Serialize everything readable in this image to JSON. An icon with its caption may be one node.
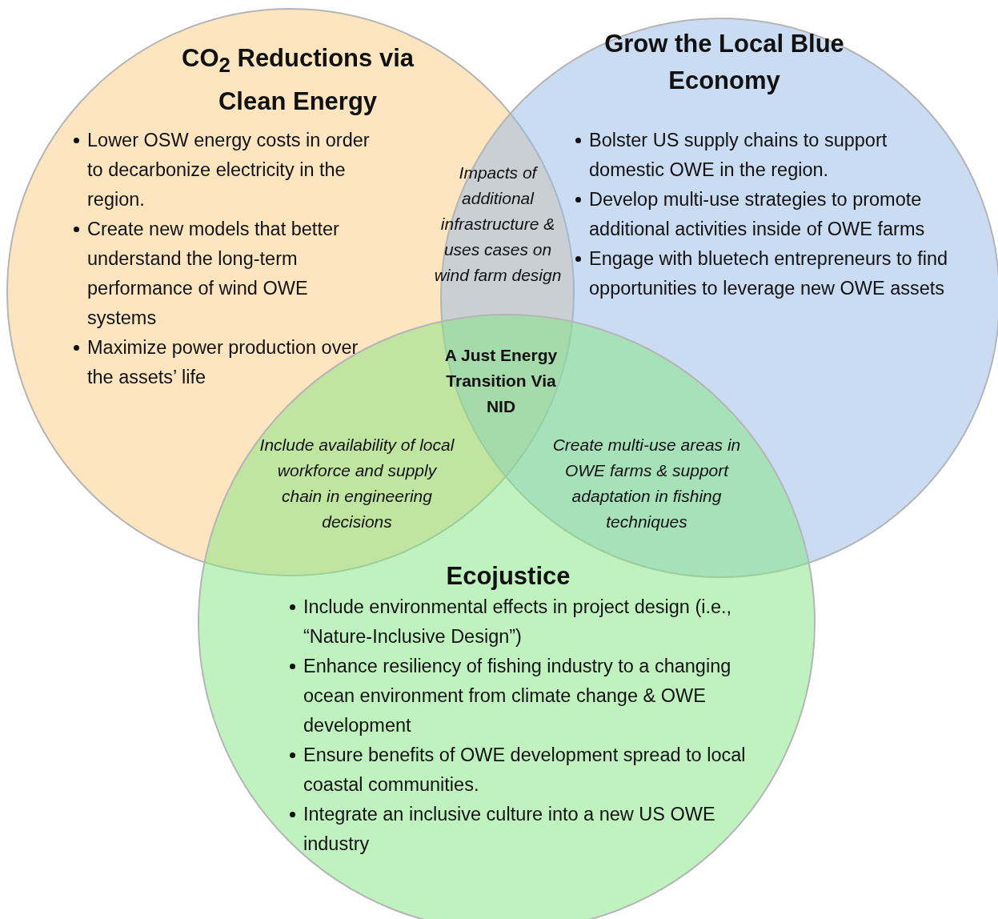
{
  "diagram": {
    "nodes": [
      {
        "text": [
          "CO$_{2}$ Reductions via Clean Energy",
          "Lower OSW energy costs in order to decarbonize electricity in the region.",
          "Create new models that better understand the long-term performance of wind OWE systems",
          "Maximize power production over the assets’ life"
        ]
      },
      {
        "text": [
          "Grow the Local Blue Economy",
          "Bolster US supply chains to support domestic OWE in the region.",
          "Develop multi-use strategies to promote additional activities inside of OWE farms",
          "Engage with bluetech entrepreneurs to find opportunities to leverage new OWE assets"
        ]
      },
      {
        "text": [
          "Ecojustice",
          "Include environmental effects in project design (i.e., “Nature-Inclusive Design”)",
          "Enhance resiliency of fishing industry to a changing ocean environment from climate change & OWE development",
          "Ensure benefits of OWE development spread to local coastal communities.",
          "Integrate an inclusive culture into a new US OWE industry"
        ]
      }
    ],
    "labels": [
      "Impacts of additional infrastructure & uses cases on wind farm design",
      "A Just Energy Transition Via NID",
      "Include availability of local workforce and supply chain in engineering decisions",
      "Create multi-use areas in OWE farms & support adaptation in fishing techniques"
    ]
  }
}
